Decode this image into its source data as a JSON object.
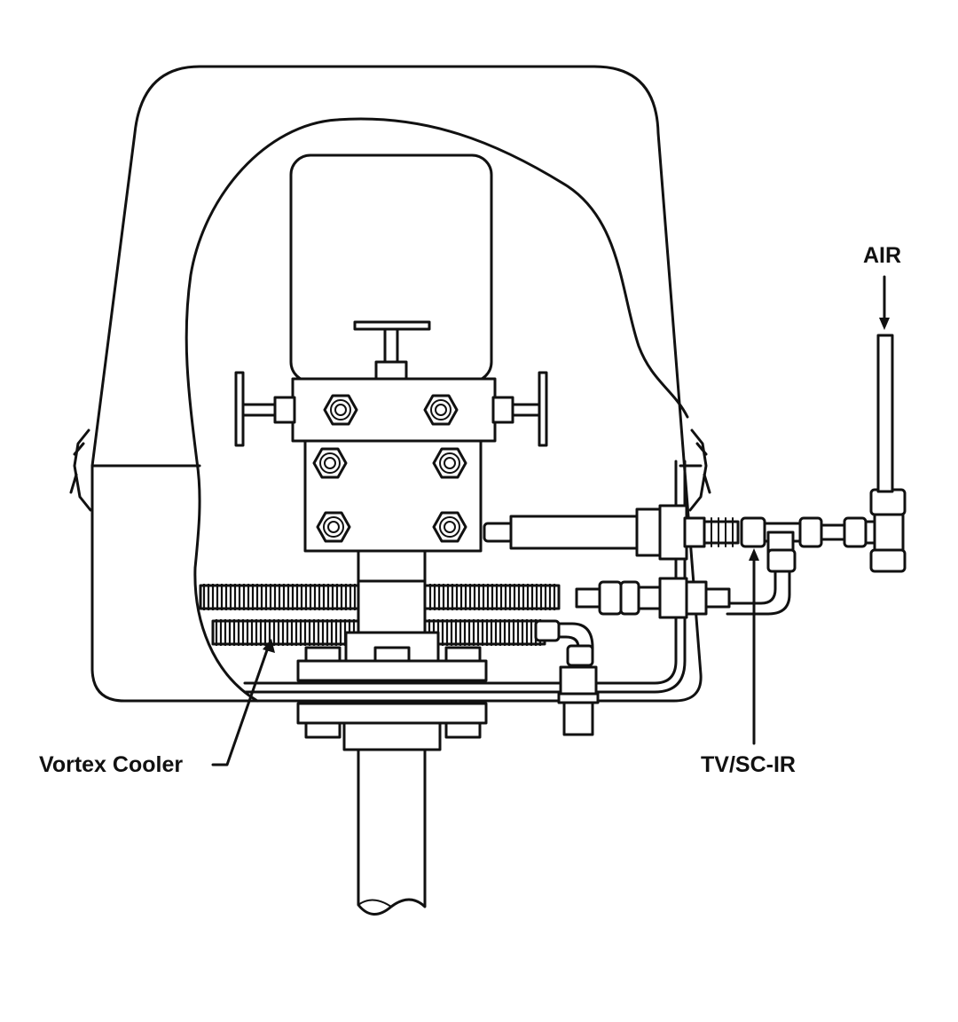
{
  "labels": {
    "air": "AIR",
    "vortex_cooler": "Vortex Cooler",
    "tv_sc_ir": "TV/SC-IR"
  },
  "colors": {
    "line": "#111111",
    "background": "#ffffff"
  }
}
